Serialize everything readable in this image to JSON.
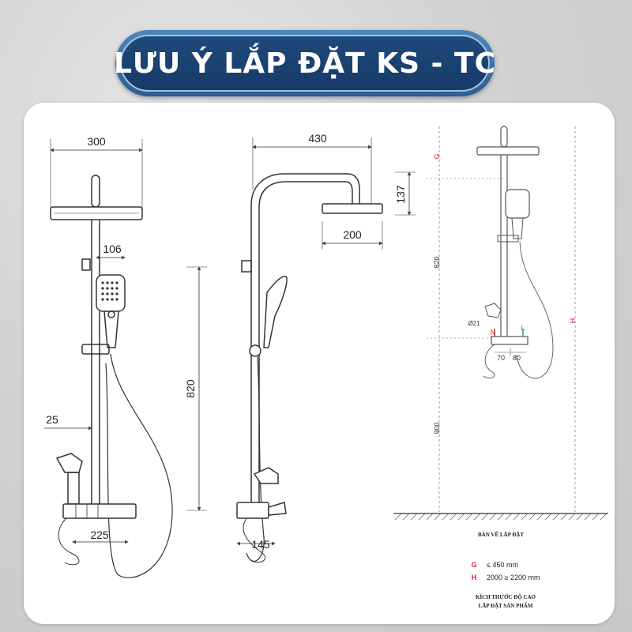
{
  "title": "LƯU Ý LẮP ĐẶT KS - TC",
  "front_view": {
    "dim_width": "300",
    "dim_arm": "106",
    "dim_height": "820",
    "dim_offset": "25",
    "dim_bottom": "225"
  },
  "side_view": {
    "dim_reach": "430",
    "dim_drop": "137",
    "dim_head": "200",
    "dim_base": "145"
  },
  "install_diagram": {
    "label_g": "G",
    "label_h": "H",
    "dim_820": "820",
    "dim_900": "900",
    "dim_phi": "Ø21",
    "label_n": "N",
    "label_l": "L",
    "dim_70": "70",
    "dim_80": "80",
    "caption": "BẢN VẼ LẮP ĐẶT",
    "legend": [
      {
        "key": "G",
        "value": "≤ 450 mm"
      },
      {
        "key": "H",
        "value": "2000 ≥ 2200 mm"
      }
    ],
    "footer_line1": "KÍCH THƯỚC ĐỘ CAO",
    "footer_line2": "LẮP ĐẶT SẢN PHẨM",
    "colors": {
      "red": "#d6202a",
      "green": "#2aa84a"
    }
  }
}
